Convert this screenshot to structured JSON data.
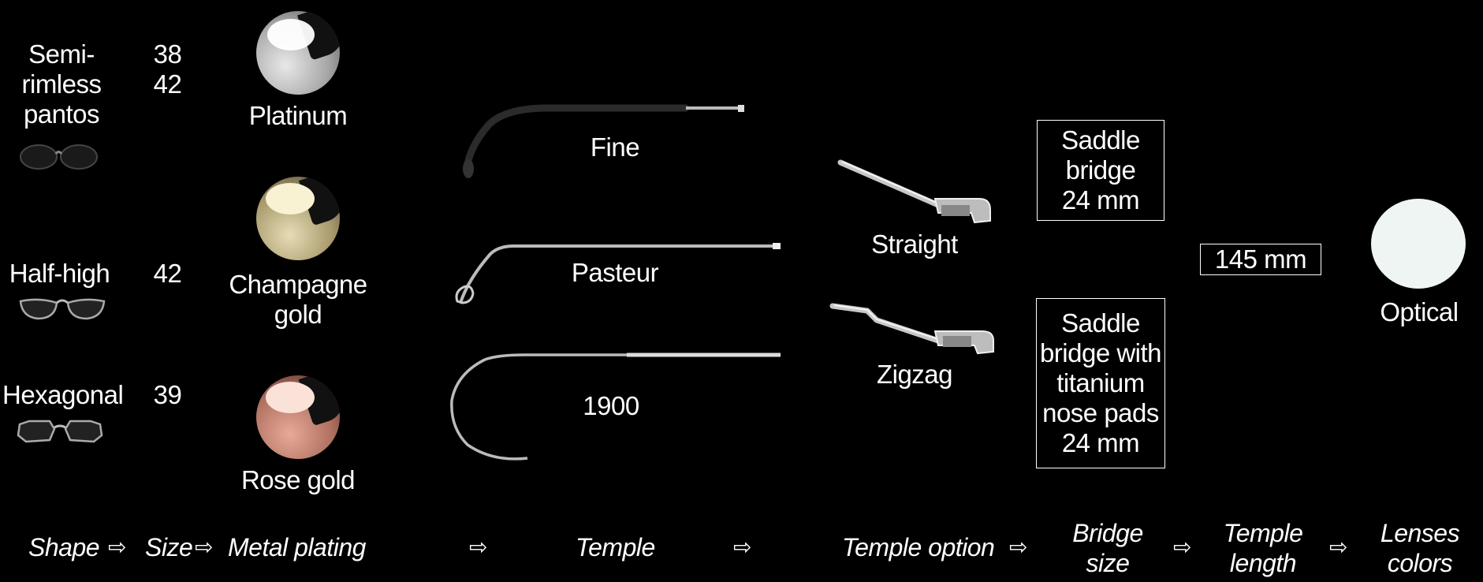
{
  "shapes": [
    {
      "label_lines": [
        "Semi-",
        "rimless",
        "pantos"
      ],
      "sizes": [
        "38",
        "42"
      ],
      "icon": "round-glasses-icon"
    },
    {
      "label_lines": [
        "Half-high"
      ],
      "sizes": [
        "42"
      ],
      "icon": "half-high-glasses-icon"
    },
    {
      "label_lines": [
        "Hexagonal"
      ],
      "sizes": [
        "39"
      ],
      "icon": "hexagonal-glasses-icon"
    }
  ],
  "platings": [
    {
      "label_lines": [
        "Platinum"
      ],
      "color": "#c8c8c8"
    },
    {
      "label_lines": [
        "Champagne",
        "gold"
      ],
      "color": "#d9cda0"
    },
    {
      "label_lines": [
        "Rose gold"
      ],
      "color": "#d9a090"
    }
  ],
  "temples": [
    {
      "label": "Fine"
    },
    {
      "label": "Pasteur"
    },
    {
      "label": "1900"
    }
  ],
  "temple_options": [
    {
      "label": "Straight"
    },
    {
      "label": "Zigzag"
    }
  ],
  "bridges": [
    {
      "lines": [
        "Saddle",
        "bridge",
        "24 mm"
      ]
    },
    {
      "lines": [
        "Saddle",
        "bridge with",
        "titanium",
        "nose pads",
        "24 mm"
      ]
    }
  ],
  "temple_length": "145 mm",
  "lens": {
    "label": "Optical",
    "color": "#eef5f3"
  },
  "steps": {
    "shape": "Shape",
    "size": "Size",
    "metal": "Metal plating",
    "temple": "Temple",
    "temple_option": "Temple option",
    "bridge": [
      "Bridge",
      "size"
    ],
    "temple_length": [
      "Temple",
      "length"
    ],
    "lenses": [
      "Lenses",
      "colors"
    ],
    "arrow": "⇨"
  }
}
